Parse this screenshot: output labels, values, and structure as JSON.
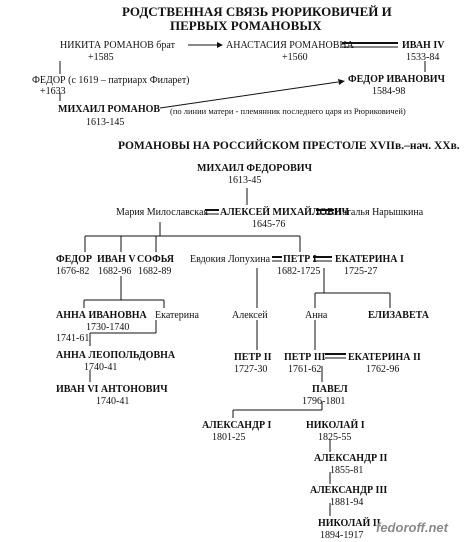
{
  "section1": {
    "title_line1": "РОДСТВЕННАЯ СВЯЗЬ РЮРИКОВИЧЕЙ И",
    "title_line2": "ПЕРВЫХ РОМАНОВЫХ",
    "nikita": {
      "name": "НИКИТА РОМАНОВ брат",
      "dates": "+1585"
    },
    "anastasia": {
      "name": "АНАСТАСИЯ РОМАНОВНА",
      "dates": "+1560"
    },
    "ivan4": {
      "name": "ИВАН IV",
      "dates": "1533-84"
    },
    "fedor_filaret": {
      "name": "ФЕДОР (с 1619 – патриарх Филарет)",
      "dates": "+1633"
    },
    "fedor_ivanovich": {
      "name": "ФЕДОР ИВАНОВИЧ",
      "dates": "1584-98"
    },
    "mikhail": {
      "name": "МИХАИЛ РОМАНОВ",
      "dates": "1613-145"
    },
    "note": "(по линии матери - племянник последнего царя из Рюриковичей)"
  },
  "section2": {
    "title": "РОМАНОВЫ НА РОССИЙСКОМ ПРЕСТОЛЕ XVIIв.–нач. XXв.",
    "mikhail_f": {
      "name": "МИХАИЛ ФЕДОРОВИЧ",
      "dates": "1613-45"
    },
    "maria": "Мария Милославская",
    "aleksei": {
      "name": "АЛЕКСЕЙ МИХАЙЛОВИЧ",
      "dates": "1645-76"
    },
    "natalia": "Наталья Нарышкина",
    "fedor3": {
      "name": "ФЕДОР",
      "dates": "1676-82"
    },
    "ivan5": {
      "name": "ИВАН V",
      "dates": "1682-96"
    },
    "sofia": {
      "name": "СОФЬЯ",
      "dates": "1682-89"
    },
    "evdokia": "Евдокия Лопухина",
    "petr1": {
      "name": "ПЕТР I",
      "dates": "1682-1725"
    },
    "ekaterina1": {
      "name": "ЕКАТЕРИНА I",
      "dates": "1725-27"
    },
    "anna_ivanovna": {
      "name": "АННА ИВАНОВНА",
      "dates": "1730-1740"
    },
    "ekaterina": "Екатерина",
    "note_1741": "1741-61",
    "aleksei_son": "Алексей",
    "anna": "Анна",
    "elizaveta": "ЕЛИЗАВЕТА",
    "anna_leopoldovna": {
      "name": "АННА ЛЕОПОЛЬДОВНА",
      "dates": "1740-41"
    },
    "petr2": {
      "name": "ПЕТР II",
      "dates": "1727-30"
    },
    "petr3": {
      "name": "ПЕТР III",
      "dates": "1761-62"
    },
    "ekaterina2": {
      "name": "ЕКАТЕРИНА II",
      "dates": "1762-96"
    },
    "ivan6": {
      "name": "ИВАН VI АНТОНОВИЧ",
      "dates": "1740-41"
    },
    "pavel": {
      "name": "ПАВЕЛ",
      "dates": "1796-1801"
    },
    "aleksandr1": {
      "name": "АЛЕКСАНДР I",
      "dates": "1801-25"
    },
    "nikolai1": {
      "name": "НИКОЛАЙ I",
      "dates": "1825-55"
    },
    "aleksandr2": {
      "name": "АЛЕКСАНДР II",
      "dates": "1855-81"
    },
    "aleksandr3": {
      "name": "АЛЕКСАНДР III",
      "dates": "1881-94"
    },
    "nikolai2": {
      "name": "НИКОЛАЙ II",
      "dates": "1894-1917"
    }
  },
  "watermark": "fedoroff.net"
}
